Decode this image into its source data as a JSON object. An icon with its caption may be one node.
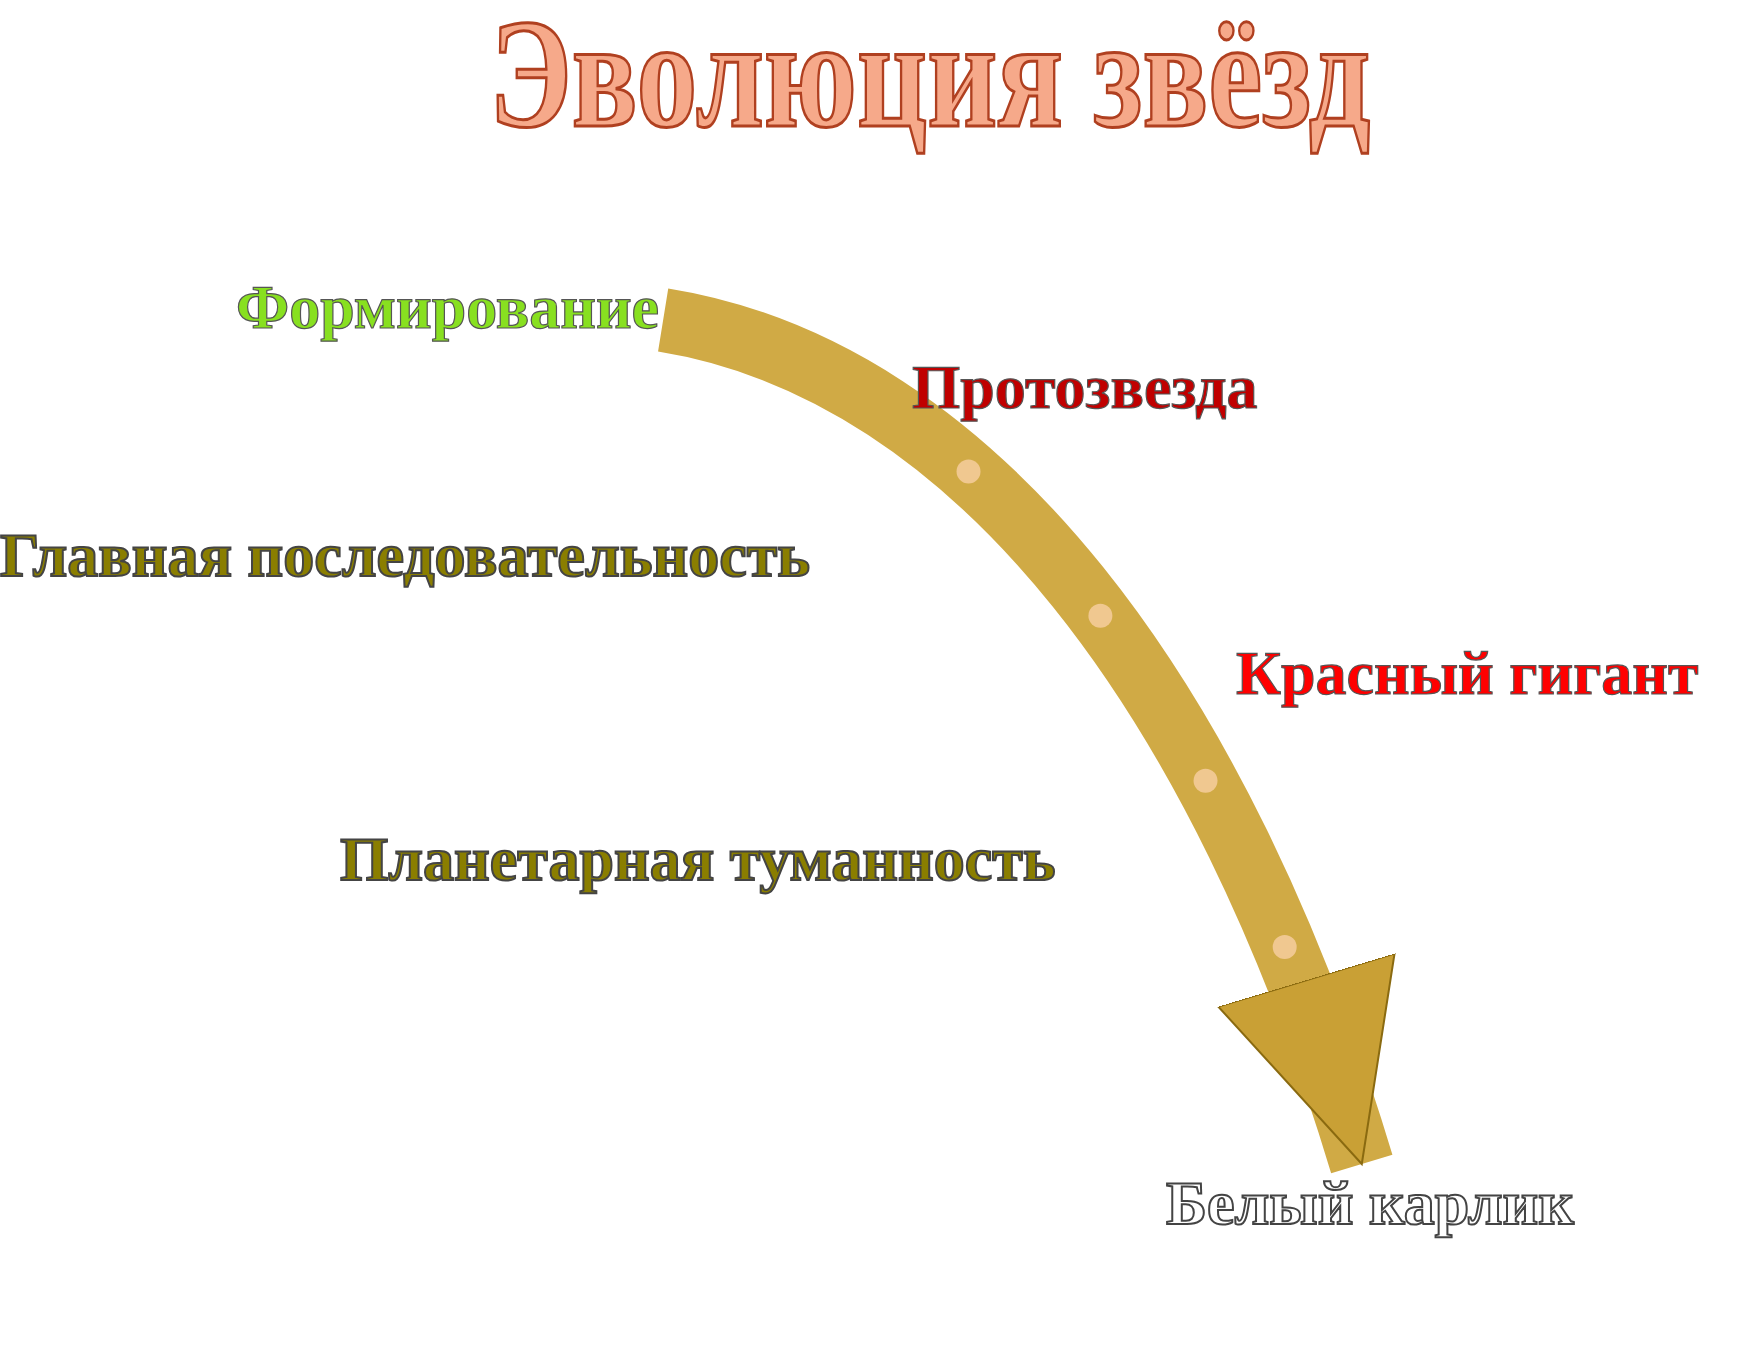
{
  "diagram": {
    "title": "Эволюция звёзд",
    "nodes": [
      {
        "text": [
          "Формирование"
        ]
      },
      {
        "text": [
          "Протозвезда"
        ]
      },
      {
        "text": [
          "Главная последовательность"
        ]
      },
      {
        "text": [
          "Красный гигант"
        ]
      },
      {
        "text": [
          "Планетарная туманность"
        ]
      },
      {
        "text": [
          "Белый карлик"
        ]
      }
    ],
    "edges": [
      {
        "from": 0,
        "to": 5,
        "arrow": "to"
      }
    ]
  }
}
